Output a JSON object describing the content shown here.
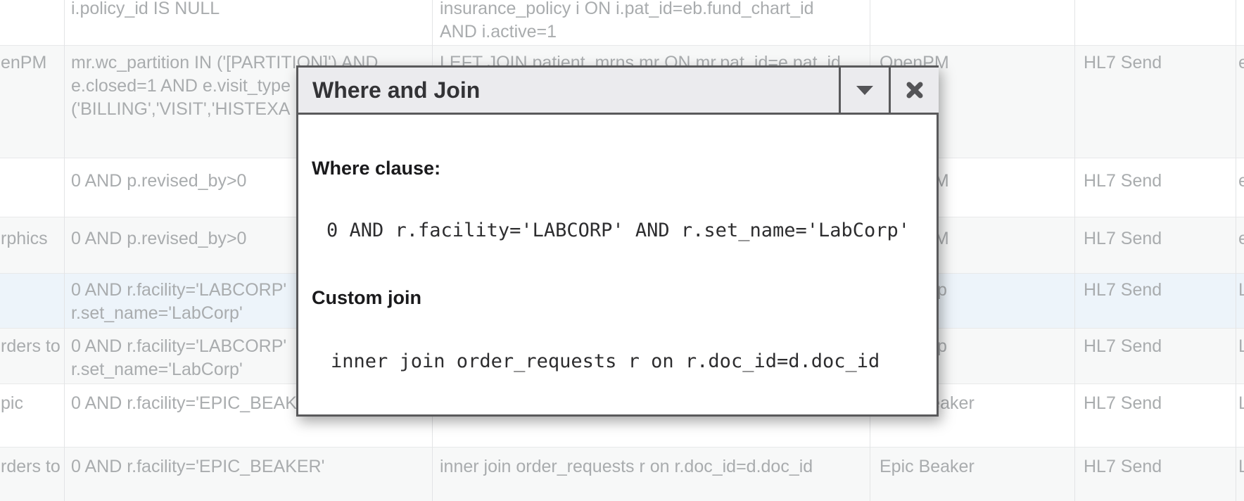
{
  "modal": {
    "title": "Where and Join",
    "where_label": "Where clause:",
    "where_value": "0 AND r.facility='LABCORP' AND r.set_name='LabCorp'",
    "join_label": "Custom join",
    "join_value": "inner join order_requests r on r.doc_id=d.doc_id",
    "icons": {
      "collapse": "chevron-down-icon",
      "close": "x-close-icon"
    }
  },
  "table": {
    "rows": [
      {
        "name": "",
        "where": "i.policy_id IS NULL",
        "join": "insurance_policy i ON i.pat_id=eb.fund_chart_id\nAND i.active=1",
        "source": "",
        "type": "",
        "extra": ""
      },
      {
        "name": "enPM",
        "where": "mr.wc_partition IN ('[PARTITION]') AND\ne.closed=1 AND e.visit_type\n('BILLING','VISIT','HISTEXA",
        "join": "LEFT JOIN patient_mrns mr ON mr.pat_id=e.pat_id",
        "source": "OpenPM",
        "type": "HL7 Send",
        "extra": "e"
      },
      {
        "name": "",
        "where": "0 AND p.revised_by>0",
        "join": "",
        "source": "OpenPM",
        "type": "HL7 Send",
        "extra": "e"
      },
      {
        "name": "rphics",
        "where": "0 AND p.revised_by>0",
        "join": "",
        "source": "OpenPM",
        "type": "HL7 Send",
        "extra": "e"
      },
      {
        "name": "",
        "where": "0 AND r.facility='LABCORP'\nr.set_name='LabCorp'",
        "join": "",
        "source": "LabCorp",
        "type": "HL7 Send",
        "extra": "L"
      },
      {
        "name": "rders to",
        "where": "0 AND r.facility='LABCORP'\nr.set_name='LabCorp'",
        "join": "",
        "source": "LabCorp",
        "type": "HL7 Send",
        "extra": "L"
      },
      {
        "name": "pic",
        "where": "0 AND r.facility='EPIC_BEAKER'",
        "join": "",
        "source": "Epic Beaker",
        "type": "HL7 Send",
        "extra": "L"
      },
      {
        "name": "rders to",
        "where": "0 AND r.facility='EPIC_BEAKER'",
        "join": "inner join order_requests r on r.doc_id=d.doc_id",
        "source": "Epic Beaker",
        "type": "HL7 Send",
        "extra": "L"
      }
    ]
  },
  "colors": {
    "row_selected": "#edf4fa",
    "row_alternate": "#f7f8f8",
    "table_text": "#a9acae",
    "table_border": "#e3e4e6",
    "modal_border": "#59595b",
    "modal_titlebar": "#ebebee"
  }
}
